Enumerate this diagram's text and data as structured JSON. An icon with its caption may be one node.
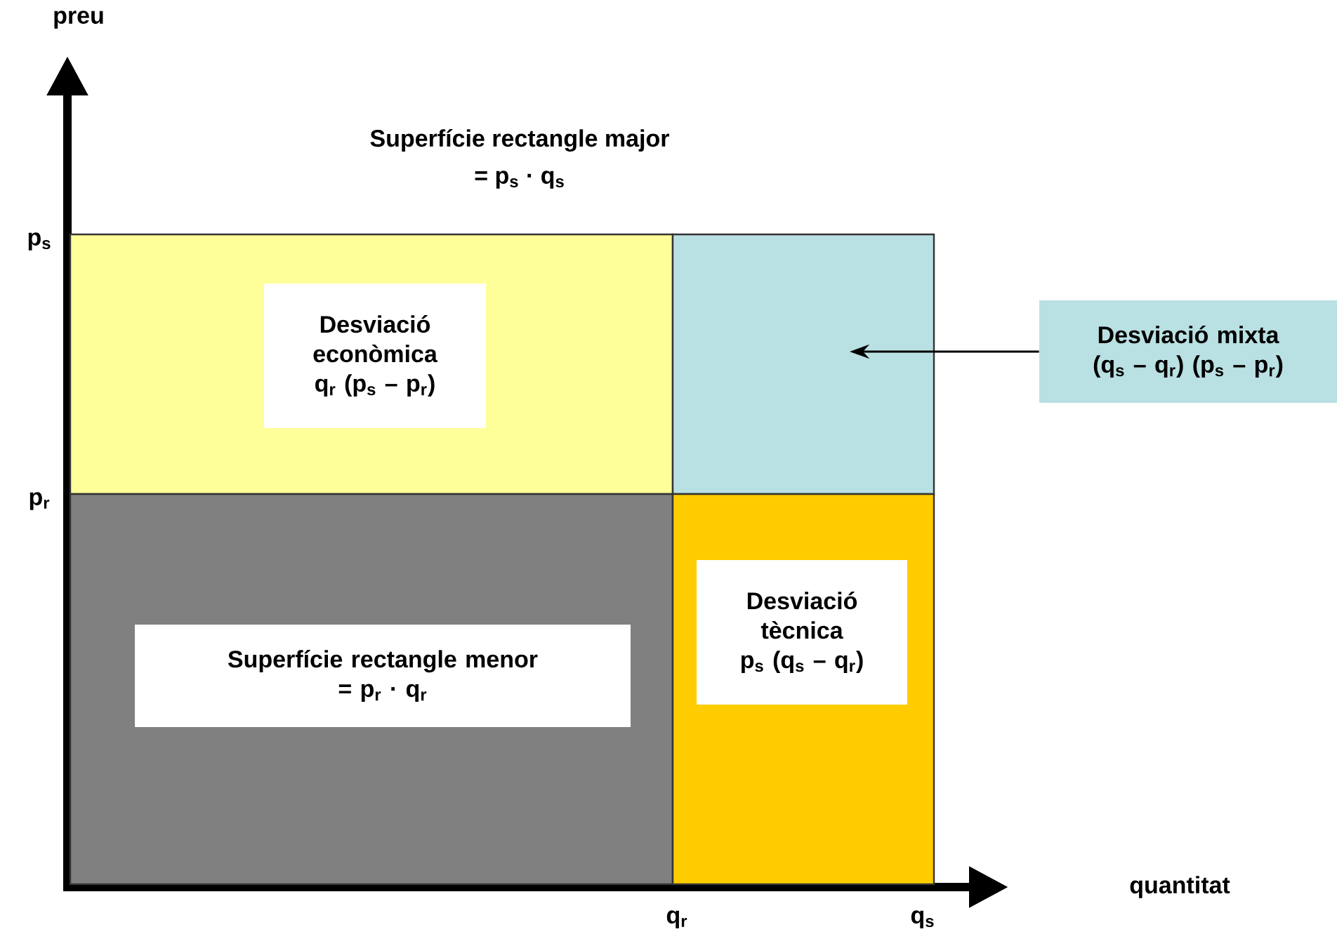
{
  "diagram": {
    "nodes": [
      {
        "text": [],
        "shape": "box"
      },
      {
        "text": [
          "Desviació econòmica",
          "q$_{r}$ (p$_{s}$ – p$_{r}$)"
        ],
        "in": 0
      },
      {
        "text": [],
        "shape": "box"
      },
      {
        "text": [
          "Desviació mixta",
          "(q$_{s}$ – q$_{r}$) (p$_{s}$ – p$_{r}$)"
        ]
      },
      {
        "text": [],
        "shape": "box"
      },
      {
        "text": [
          "Superfície rectangle menor",
          "= p$_{r}$ · q$_{r}$"
        ],
        "in": 4
      },
      {
        "text": [],
        "shape": "box"
      },
      {
        "text": [
          "Desviació tècnica",
          "p$_{s}$ (q$_{s}$ – q$_{r}$)"
        ],
        "in": 6
      }
    ],
    "edges": [
      {
        "from": 3,
        "to": 2,
        "arrow": "to"
      }
    ],
    "labels": [
      "preu",
      "Superfície rectangle major",
      "= p$_{s}$ · q$_{s}$",
      "p$_{s}$",
      "p$_{r}$",
      "quantitat",
      "q$_{r}$",
      "q$_{s}$"
    ]
  }
}
